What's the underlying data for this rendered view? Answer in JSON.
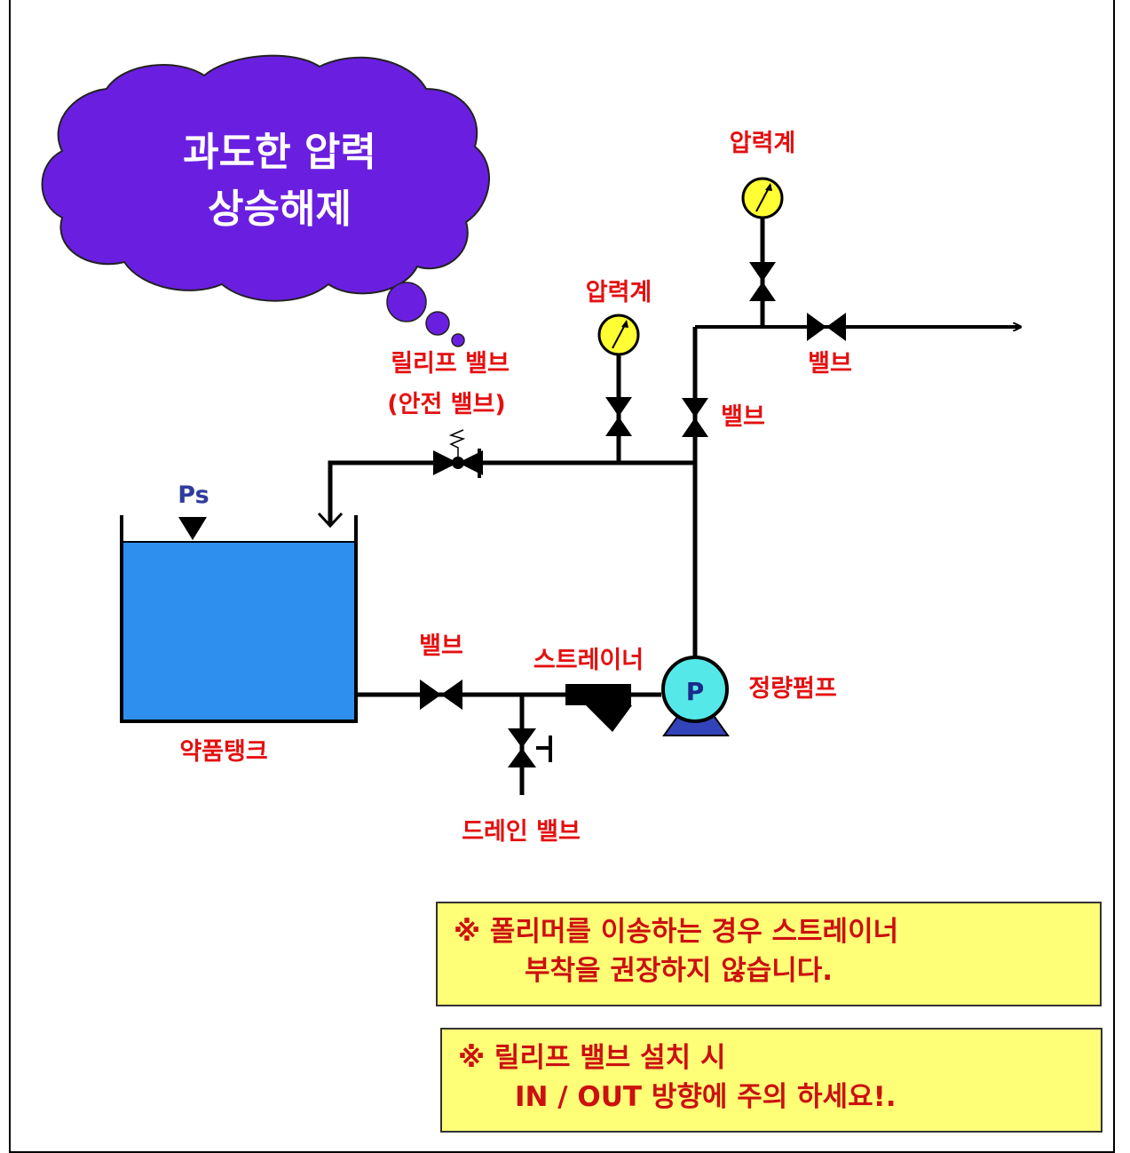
{
  "cloud": {
    "line1": "과도한 압력",
    "line2": "상승해제"
  },
  "labels": {
    "pressure_gauge_top": "압력계",
    "pressure_gauge_mid": "압력계",
    "relief_valve_1": "릴리프 밸브",
    "relief_valve_2": "(안전 밸브)",
    "valve_outlet": "밸브",
    "valve_riser": "밸브",
    "valve_suction": "밸브",
    "strainer": "스트레이너",
    "metering_pump": "정량펌프",
    "chemical_tank": "약품탱크",
    "drain_valve": "드레인 밸브",
    "tank_pressure": "Ps",
    "pump_symbol": "P"
  },
  "notes": [
    {
      "line1": "※ 폴리머를 이송하는 경우 스트레이너",
      "line2": "부착을 권장하지  않습니다."
    },
    {
      "line1": "※ 릴리프  밸브 설치 시",
      "line2": "IN / OUT 방향에 주의 하세요!."
    }
  ],
  "colors": {
    "label_red": "#e41010",
    "tank_water": "#2f8fef",
    "cloud_fill": "#6a1fe0",
    "gauge_fill": "#ffff33",
    "pump_fill": "#55e8e8",
    "pump_base": "#3344bb",
    "note_fill": "#ffff77",
    "ps_blue": "#2d3c9e"
  }
}
